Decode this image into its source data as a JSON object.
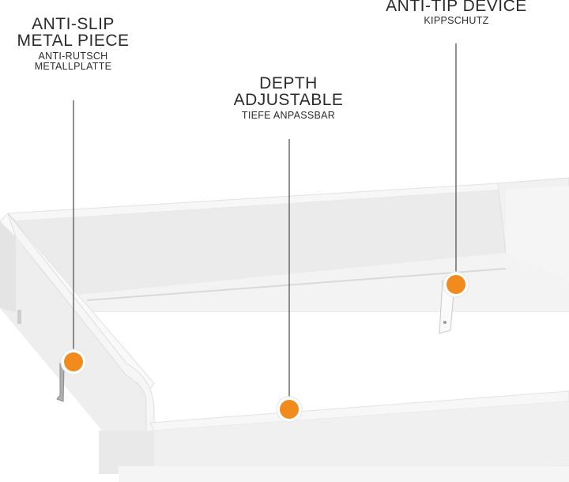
{
  "colors": {
    "marker_fill": "#f28b1e",
    "marker_ring": "#ffffff",
    "board_white": "#f4f4f4",
    "board_shadow": "#dcdcdc",
    "text": "#2b2b2b"
  },
  "callouts": [
    {
      "title": "ANTI-SLIP\nMETAL PIECE",
      "subtitle": "ANTI-RUTSCH\nMETALLPLATTE"
    },
    {
      "title": "DEPTH\nADJUSTABLE",
      "subtitle": "TIEFE ANPASSBAR"
    },
    {
      "title": "ANTI-TIP DEVICE",
      "subtitle": "KIPPSCHUTZ"
    }
  ]
}
